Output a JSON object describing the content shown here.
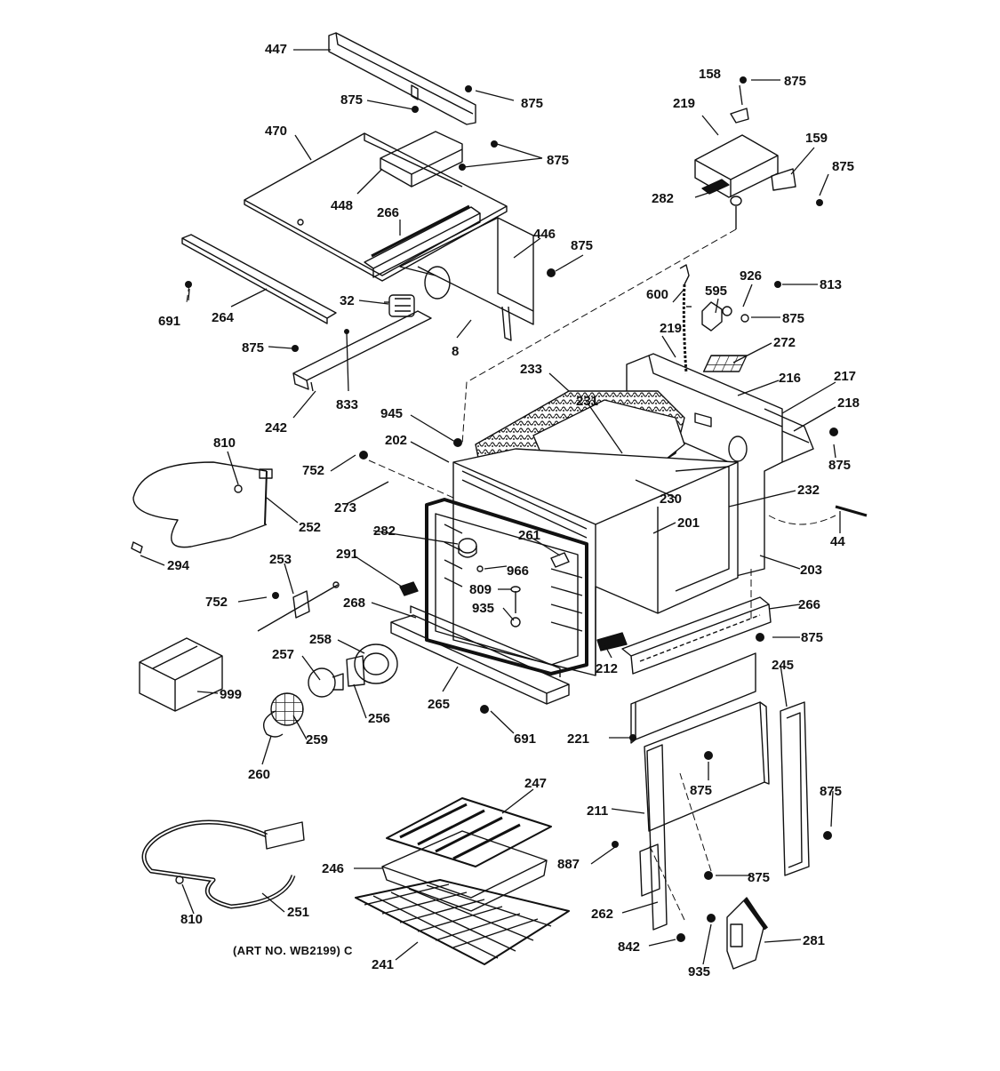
{
  "diagram": {
    "caption": "(ART NO. WB2199) C",
    "labels": {
      "l447": "447",
      "l875a": "875",
      "l875b": "875",
      "l470": "470",
      "l875c": "875",
      "l448": "448",
      "l266a": "266",
      "l446": "446",
      "l875d": "875",
      "l691a": "691",
      "l264": "264",
      "l32": "32",
      "l875e": "875",
      "l8": "8",
      "l833": "833",
      "l242": "242",
      "l158": "158",
      "l875f": "875",
      "l219a": "219",
      "l159": "159",
      "l875g": "875",
      "l282a": "282",
      "l926": "926",
      "l813": "813",
      "l600": "600",
      "l595": "595",
      "l875h": "875",
      "l219b": "219",
      "l272": "272",
      "l233": "233",
      "l216": "216",
      "l217": "217",
      "l218": "218",
      "l945": "945",
      "l231": "231",
      "l875i": "875",
      "l202": "202",
      "l810a": "810",
      "l752a": "752",
      "l273": "273",
      "l230": "230",
      "l232": "232",
      "l252": "252",
      "l201": "201",
      "l44": "44",
      "l282b": "282",
      "l261": "261",
      "l203": "203",
      "l294": "294",
      "l291": "291",
      "l966": "966",
      "l253": "253",
      "l809": "809",
      "l752b": "752",
      "l935a": "935",
      "l268": "268",
      "l266b": "266",
      "l875j": "875",
      "l258": "258",
      "l257": "257",
      "l245": "245",
      "l212": "212",
      "l999": "999",
      "l265": "265",
      "l256": "256",
      "l259": "259",
      "l691b": "691",
      "l221": "221",
      "l260": "260",
      "l875k": "875",
      "l875l": "875",
      "l247": "247",
      "l211": "211",
      "l246": "246",
      "l887": "887",
      "l875m": "875",
      "l810b": "810",
      "l251": "251",
      "l262": "262",
      "l842": "842",
      "l281": "281",
      "l935b": "935",
      "l241": "241"
    }
  }
}
